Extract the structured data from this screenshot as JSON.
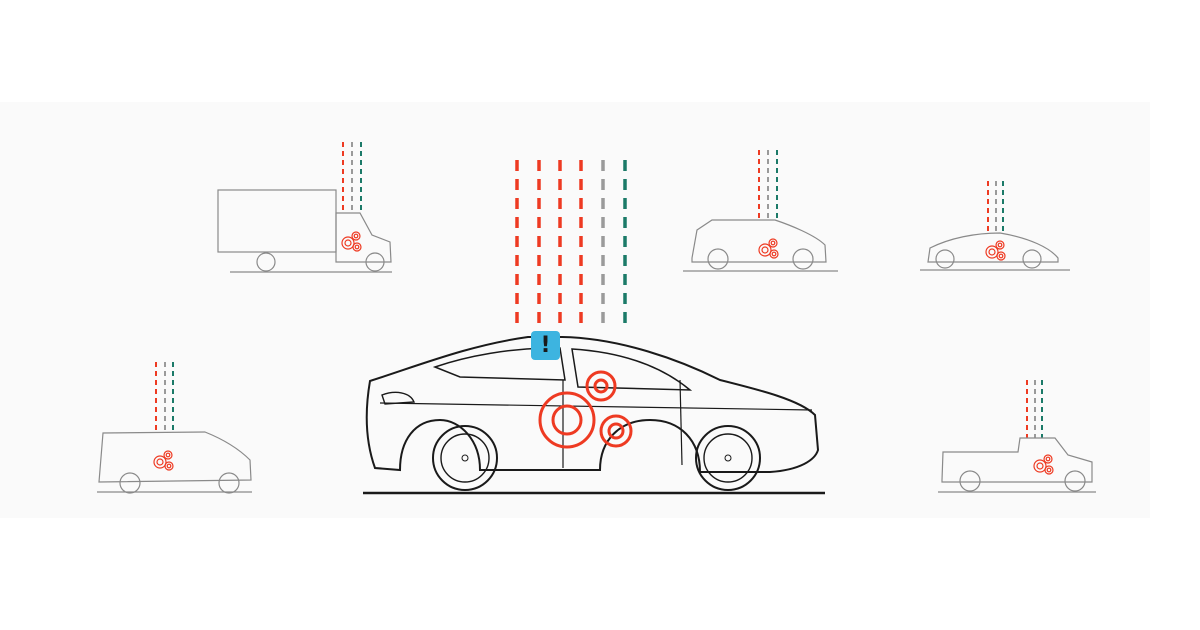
{
  "illustration": {
    "title": "",
    "colors": {
      "background": "#ffffff",
      "band": "#fafafa",
      "outline_main": "#1a1a1a",
      "outline_secondary": "#8a8a8a",
      "gear": "#ee3a22",
      "signal_red": "#ee3a22",
      "signal_gray": "#9a9a9a",
      "signal_teal": "#1b7a68",
      "alert_badge": "#3db4e0"
    },
    "main_vehicle": {
      "type": "sedan",
      "alert_badge_glyph": "!",
      "signals": [
        "red",
        "red",
        "red",
        "red",
        "gray",
        "teal"
      ]
    },
    "fleet_vehicles": [
      {
        "type": "box-truck",
        "signals": [
          "red",
          "gray",
          "teal"
        ]
      },
      {
        "type": "suv",
        "signals": [
          "red",
          "gray",
          "teal"
        ]
      },
      {
        "type": "sports-car",
        "signals": [
          "red",
          "gray",
          "teal"
        ]
      },
      {
        "type": "van",
        "signals": [
          "red",
          "gray",
          "teal"
        ]
      },
      {
        "type": "pickup-truck",
        "signals": [
          "red",
          "gray",
          "teal"
        ]
      }
    ]
  }
}
